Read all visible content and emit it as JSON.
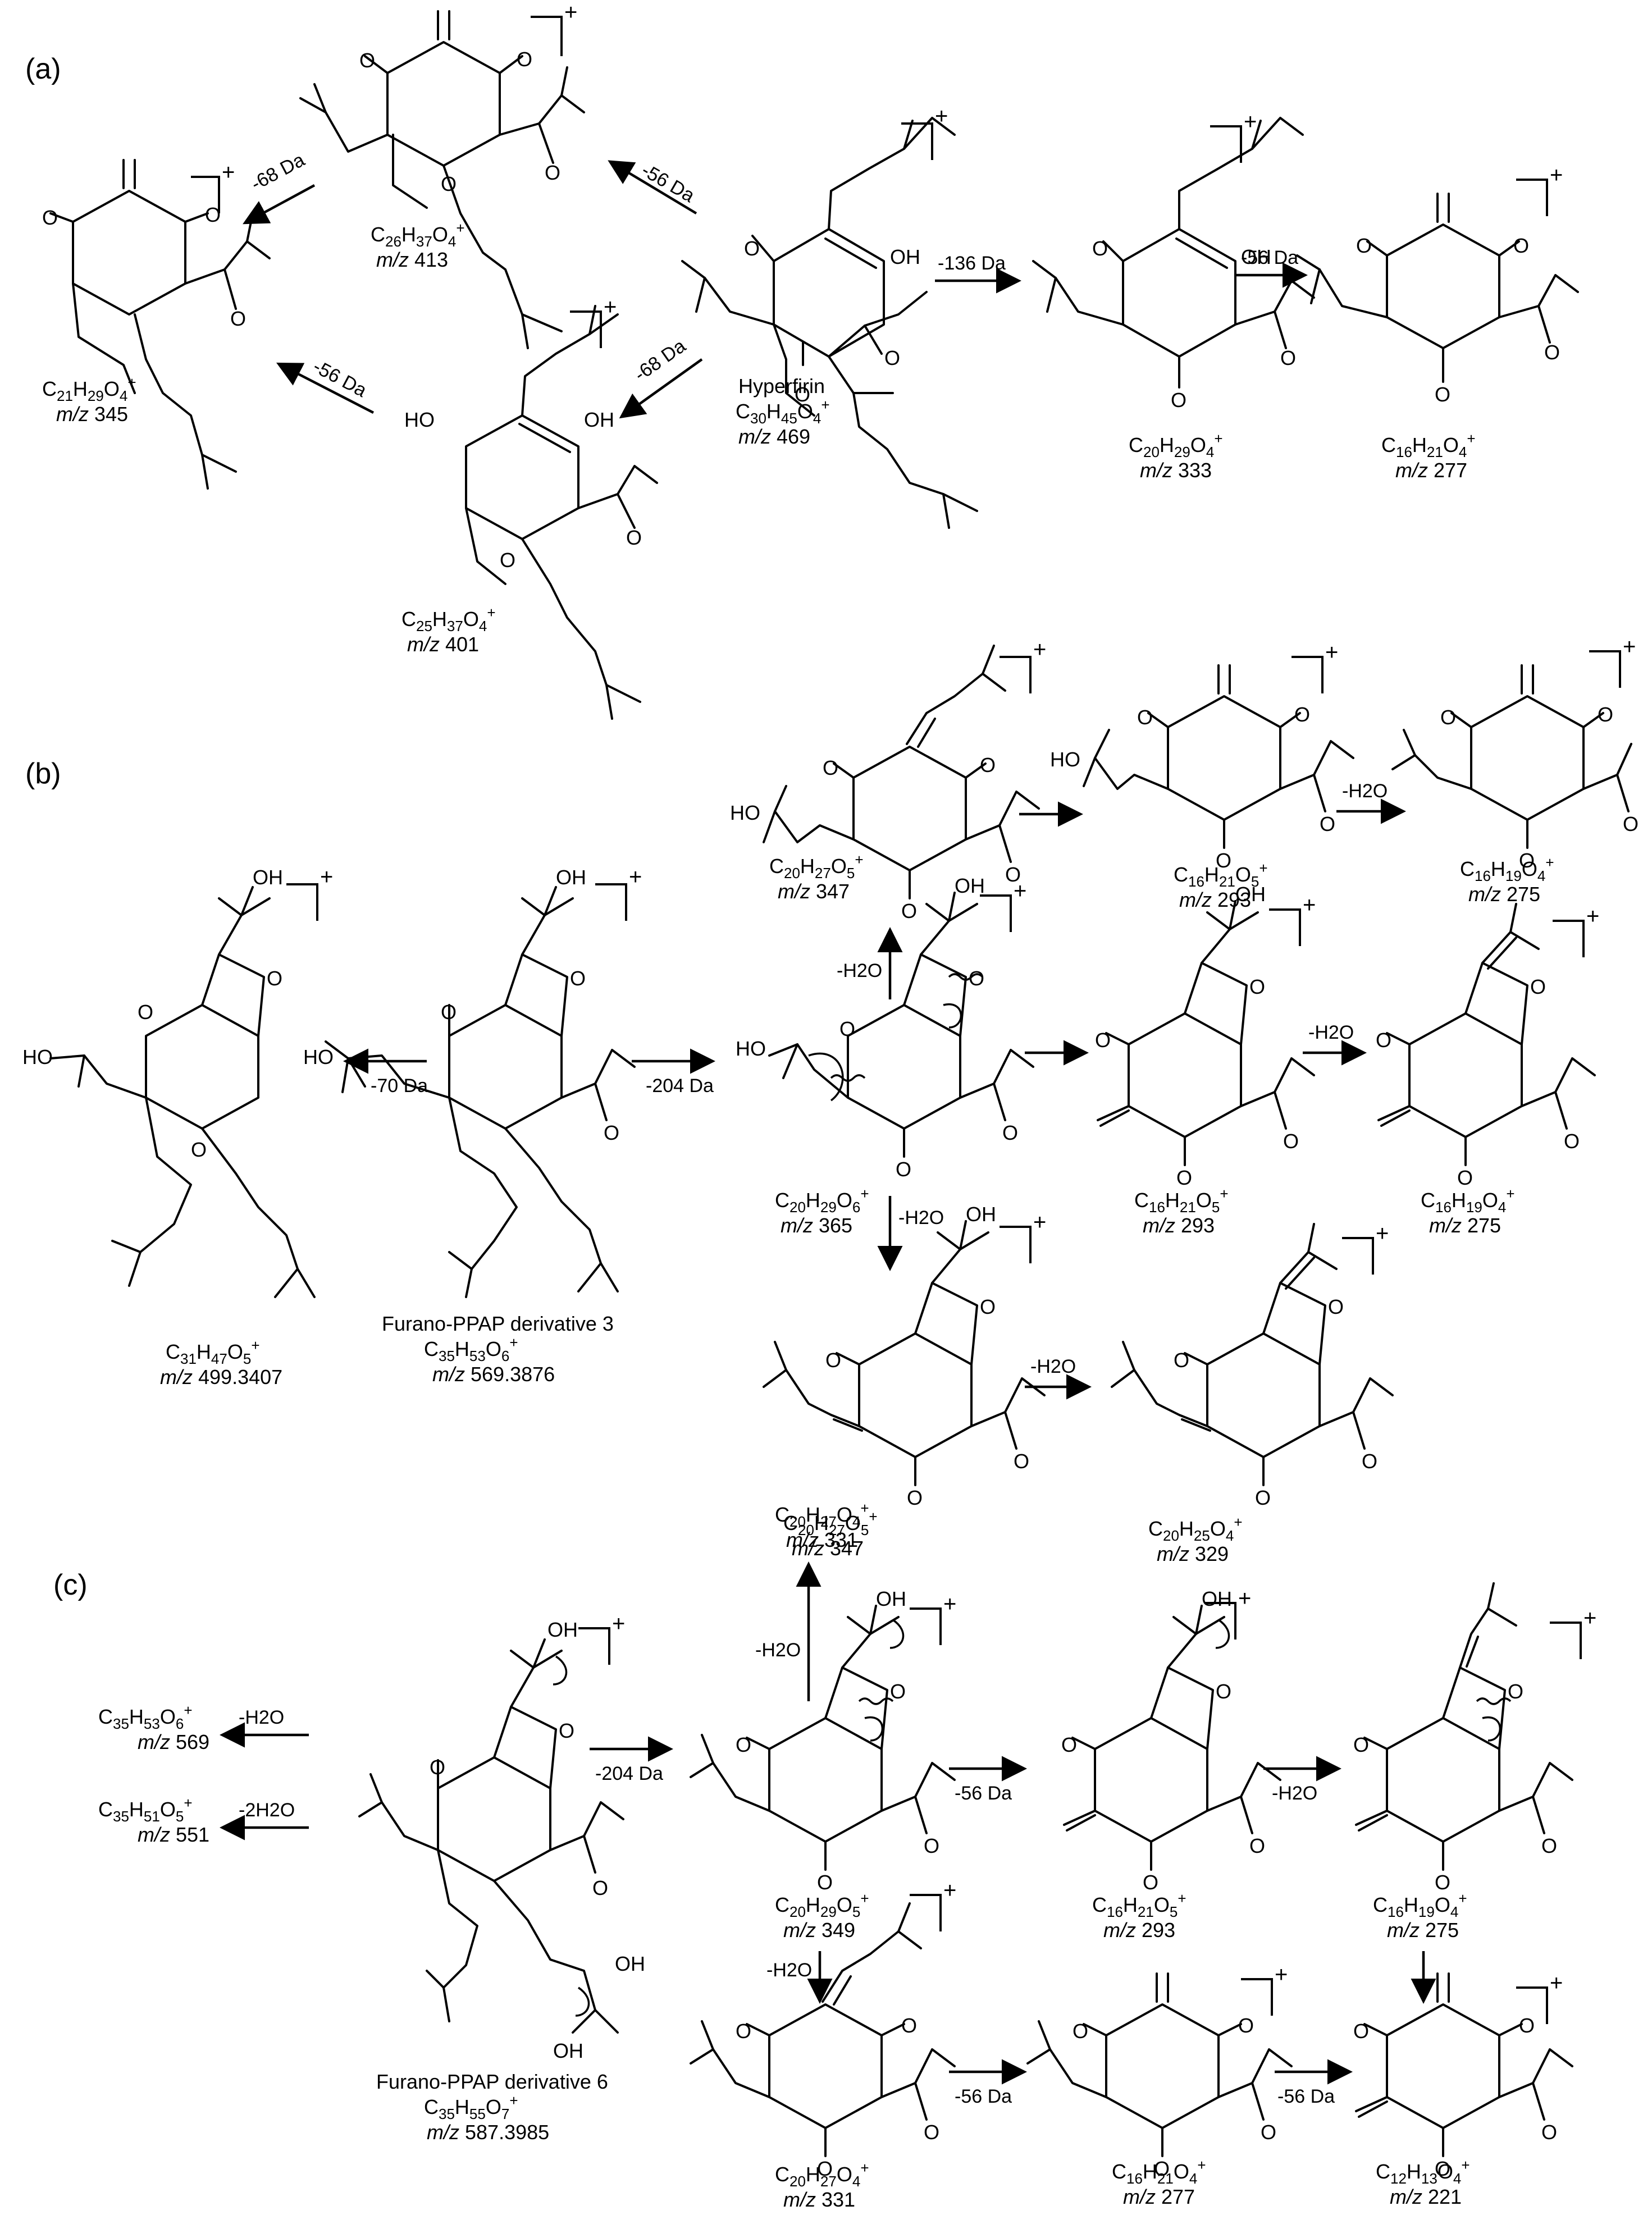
{
  "panels": {
    "a": "(a)",
    "b": "(b)",
    "c": "(c)"
  },
  "compounds": {
    "a_hyperfirin": {
      "name": "Hyperfirin",
      "formula": "C30H45O4+",
      "mz_prefix": "m/z",
      "mz": "469"
    },
    "a_413": {
      "formula": "C26H37O4+",
      "mz_prefix": "m/z",
      "mz": "413"
    },
    "a_345": {
      "formula": "C21H29O4+",
      "mz_prefix": "m/z",
      "mz": "345"
    },
    "a_401": {
      "formula": "C25H37O4+",
      "mz_prefix": "m/z",
      "mz": "401"
    },
    "a_333": {
      "formula": "C20H29O4+",
      "mz_prefix": "m/z",
      "mz": "333"
    },
    "a_277": {
      "formula": "C16H21O4+",
      "mz_prefix": "m/z",
      "mz": "277"
    },
    "b_3": {
      "name": "Furano-PPAP derivative 3",
      "formula": "C35H53O6+",
      "mz_prefix": "m/z",
      "mz": "569.3876"
    },
    "b_499": {
      "formula": "C31H47O5+",
      "mz_prefix": "m/z",
      "mz": "499.3407"
    },
    "b_365": {
      "formula": "C20H29O6+",
      "mz_prefix": "m/z",
      "mz": "365"
    },
    "b_347top": {
      "formula": "C20H27O5+",
      "mz_prefix": "m/z",
      "mz": "347"
    },
    "b_293top": {
      "formula": "C16H21O5+",
      "mz_prefix": "m/z",
      "mz": "293"
    },
    "b_275top": {
      "formula": "C16H19O4+",
      "mz_prefix": "m/z",
      "mz": "275"
    },
    "b_293mid": {
      "formula": "C16H21O5+",
      "mz_prefix": "m/z",
      "mz": "293"
    },
    "b_275mid": {
      "formula": "C16H19O4+",
      "mz_prefix": "m/z",
      "mz": "275"
    },
    "b_347bot": {
      "formula": "C20H27O5+",
      "mz_prefix": "m/z",
      "mz": "347"
    },
    "b_329": {
      "formula": "C20H25O4+",
      "mz_prefix": "m/z",
      "mz": "329"
    },
    "c_6": {
      "name": "Furano-PPAP derivative 6",
      "formula": "C35H55O7+",
      "mz_prefix": "m/z",
      "mz": "587.3985"
    },
    "c_569": {
      "formula": "C35H53O6+",
      "mz_prefix": "m/z",
      "mz": "569"
    },
    "c_551": {
      "formula": "C35H51O5+",
      "mz_prefix": "m/z",
      "mz": "551"
    },
    "c_331top": {
      "formula": "C20H27O4+",
      "mz_prefix": "m/z",
      "mz": "331"
    },
    "c_349": {
      "formula": "C20H29O5+",
      "mz_prefix": "m/z",
      "mz": "349"
    },
    "c_293": {
      "formula": "C16H21O5+",
      "mz_prefix": "m/z",
      "mz": "293"
    },
    "c_275": {
      "formula": "C16H19O4+",
      "mz_prefix": "m/z",
      "mz": "275"
    },
    "c_331bot": {
      "formula": "C20H27O4+",
      "mz_prefix": "m/z",
      "mz": "331"
    },
    "c_277": {
      "formula": "C16H21O4+",
      "mz_prefix": "m/z",
      "mz": "277"
    },
    "c_221": {
      "formula": "C12H13O4+",
      "mz_prefix": "m/z",
      "mz": "221"
    }
  },
  "arrows": {
    "a_469_413": "-56 Da",
    "a_413_345": "-68 Da",
    "a_469_401": "-68 Da",
    "a_401_345": "-56 Da",
    "a_469_333": "-136 Da",
    "a_333_277": "-56 Da",
    "b_3_499": "-70 Da",
    "b_3_365": "-204 Da",
    "b_365_347top": "-H2O",
    "b_293top_275top": "-H2O",
    "b_293mid_275mid": "-H2O",
    "b_365_347bot": "-H2O",
    "b_347bot_329": "-H2O",
    "c_6_569": "-H2O",
    "c_6_551": "-2H2O",
    "c_6_349": "-204 Da",
    "c_349_331top": "-H2O",
    "c_349_293": "-56 Da",
    "c_293_275": "-H2O",
    "c_349_331bot": "-H2O",
    "c_331bot_277": "-56 Da",
    "c_277_221": "-56 Da"
  },
  "atoms": {
    "O": "O",
    "OH": "OH",
    "HO": "HO",
    "plus": "+"
  }
}
